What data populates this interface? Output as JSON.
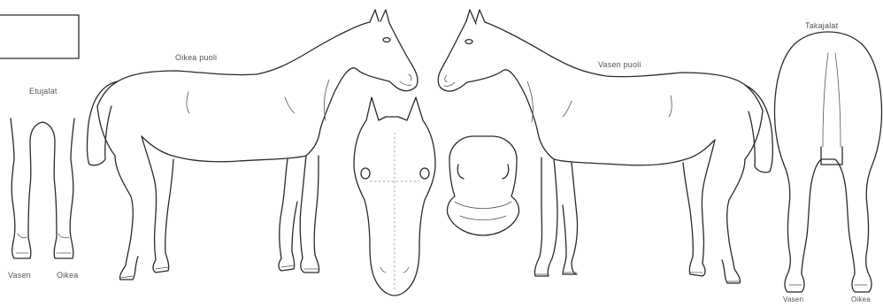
{
  "labels": {
    "right_side": "Oikea puoli",
    "left_side": "Vasen puoli",
    "front_legs": "Etujalat",
    "hind_legs": "Takajalat",
    "front_left": "Vasen",
    "front_right": "Oikea",
    "hind_left": "Vasen",
    "hind_right": "Oikea"
  }
}
